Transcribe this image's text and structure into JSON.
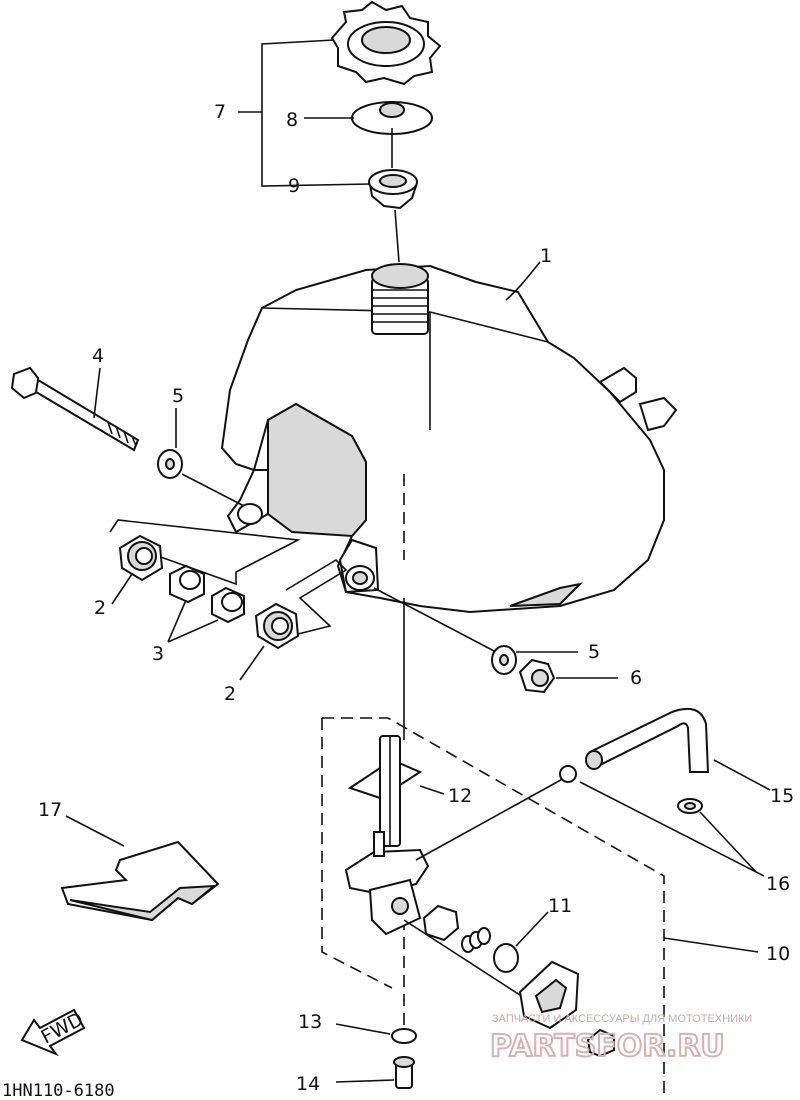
{
  "callouts": {
    "c1": "1",
    "c2a": "2",
    "c2b": "2",
    "c3": "3",
    "c4": "4",
    "c5a": "5",
    "c5b": "5",
    "c6": "6",
    "c7": "7",
    "c8": "8",
    "c9": "9",
    "c10": "10",
    "c11": "11",
    "c12": "12",
    "c13": "13",
    "c14": "14",
    "c15": "15",
    "c16": "16",
    "c17": "17"
  },
  "fwd_label": "FWD",
  "diagram_code": "1HN110-6180",
  "watermark": {
    "tagline": "ЗАПЧАСТИ И АКСЕССУАРЫ ДЛЯ МОТОТЕХНИКИ",
    "brand": "PARTSFOR.RU"
  }
}
